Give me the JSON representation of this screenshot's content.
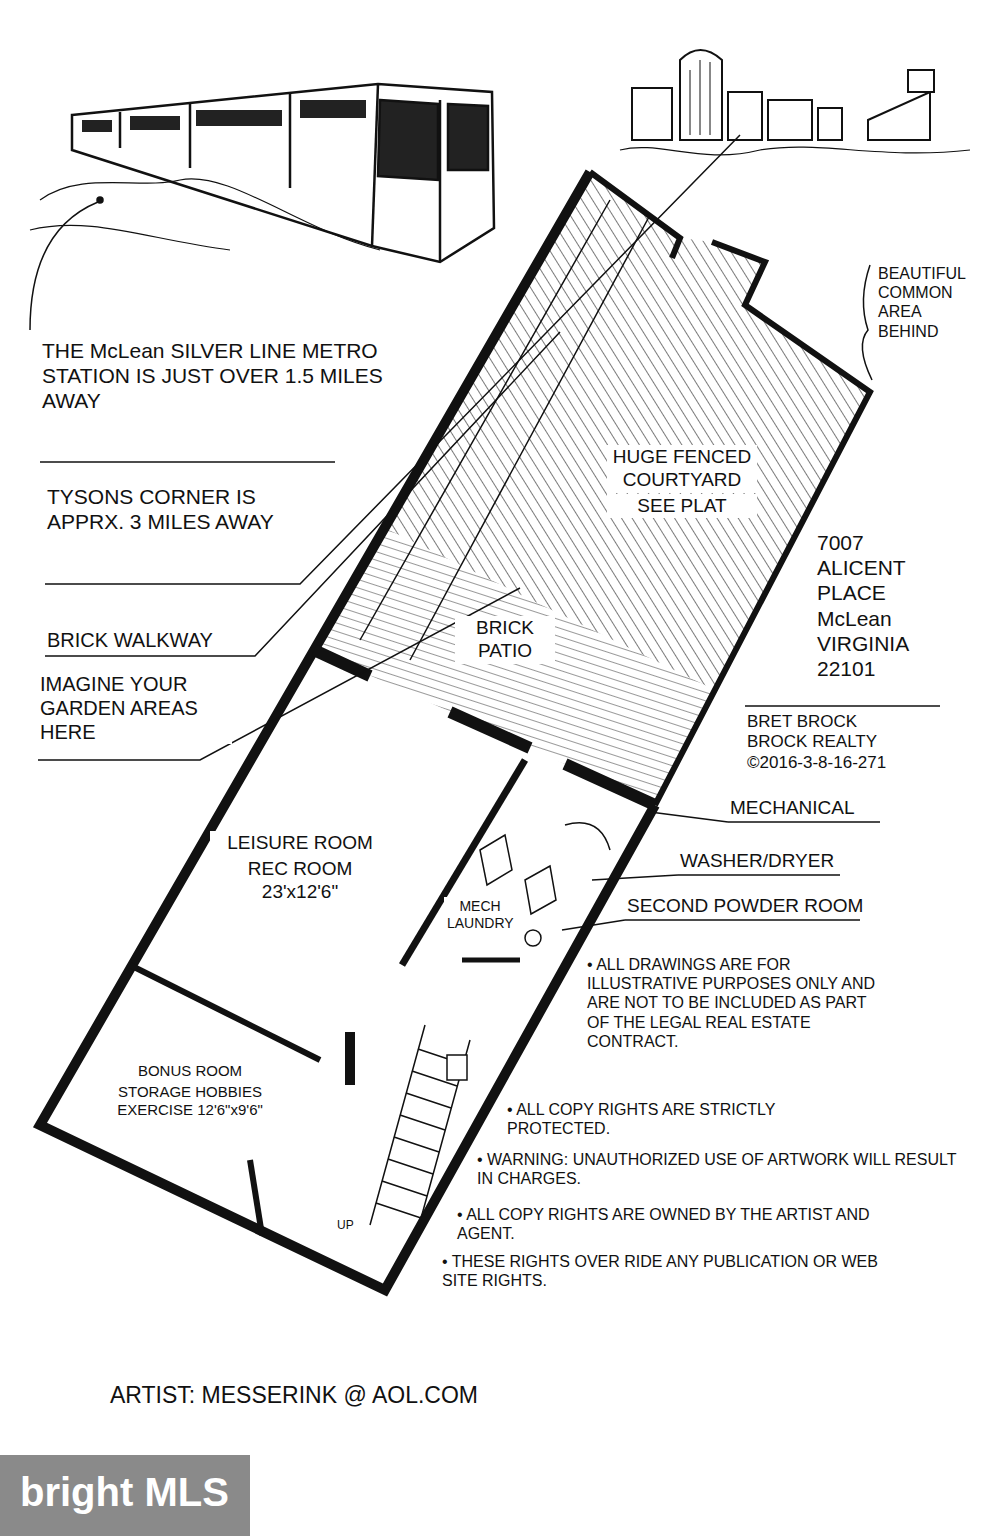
{
  "diagram": {
    "nodes": [
      {
        "text": [
          "HUGE FENCED COURTYARD",
          "SEE PLAT"
        ]
      },
      {
        "text": [
          "BRICK PATIO"
        ]
      },
      {
        "text": [
          "LEISURE ROOM",
          "REC ROOM 23'x12'6\""
        ]
      },
      {
        "text": [
          "MECH LAUNDRY"
        ]
      },
      {
        "text": [
          "BONUS ROOM",
          "STORAGE HOBBIES EXERCISE 12'6\"x9'6\""
        ]
      }
    ],
    "labels": [
      "BEAUTIFUL COMMON AREA BEHIND",
      "THE McLean SILVER LINE METRO STATION IS JUST OVER 1.5 MILES AWAY",
      "TYSONS CORNER IS APPRX. 3 MILES AWAY",
      "7007 ALICENT PLACE McLean VIRGINIA 22101",
      "BRICK WALKWAY",
      "BRET BROCK BROCK REALTY ©2016-3-8-16-271",
      "IMAGINE YOUR GARDEN AREAS HERE",
      "MECHANICAL",
      "WASHER/DRYER",
      "SECOND POWDER ROOM",
      "• ALL DRAWINGS ARE FOR ILLUSTRATIVE PURPOSES ONLY AND ARE NOT TO BE INCLUDED AS PART OF THE LEGAL REAL ESTATE CONTRACT.",
      "• ALL COPY RIGHTS ARE STRICTLY PROTECTED.",
      "• WARNING: UNAUTHORIZED USE OF ARTWORK WILL RESULT IN CHARGES.",
      "• ALL COPY RIGHTS ARE OWNED BY THE ARTIST AND AGENT.",
      "• THESE RIGHTS OVER RIDE ANY PUBLICATION OR WEB SITE RIGHTS.",
      "UP",
      "ARTIST: MESSERINK @ AOL.COM",
      "bright MLS"
    ]
  }
}
